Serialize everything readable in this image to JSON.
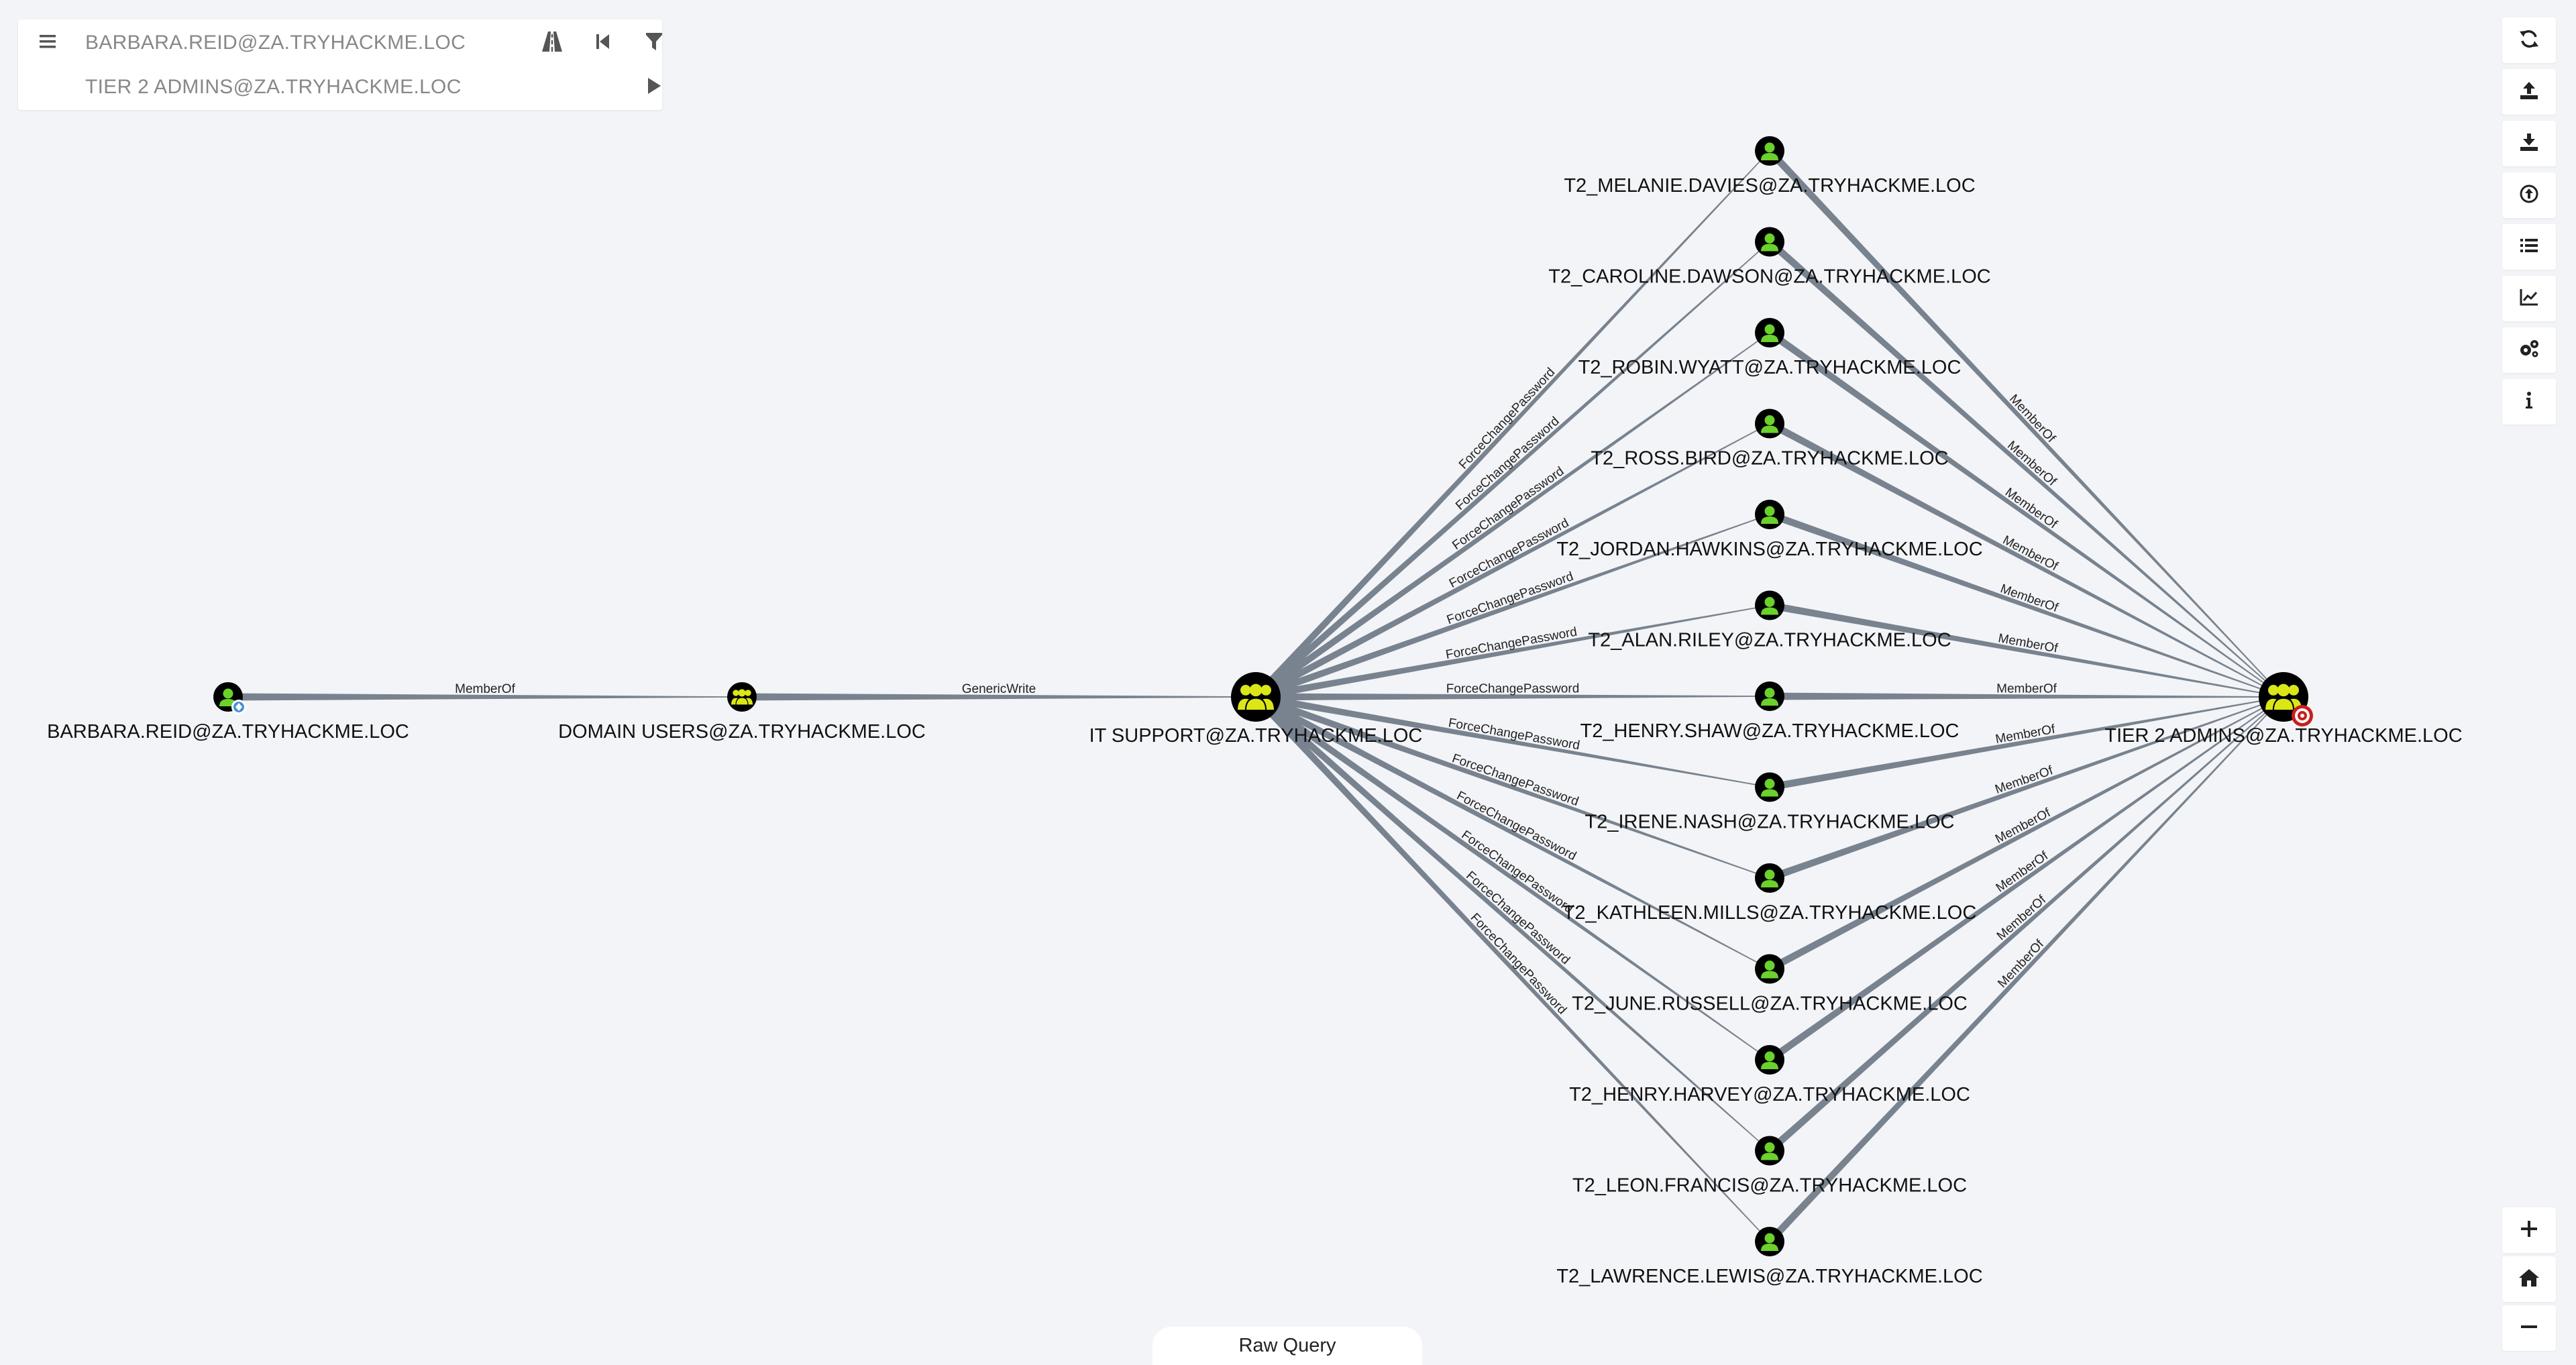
{
  "search": {
    "start_node": "BARBARA.REID@ZA.TRYHACKME.LOC",
    "target_node": "TIER 2 ADMINS@ZA.TRYHACKME.LOC",
    "menu_icon": "hamburger-icon",
    "pathfinding_icon": "road-icon",
    "back_icon": "step-backward-icon",
    "filter_icon": "filter-icon",
    "play_icon": "play-icon"
  },
  "toolbar": {
    "buttons": [
      {
        "name": "refresh-button",
        "icon": "refresh-icon"
      },
      {
        "name": "export-graph-button",
        "icon": "upload-icon"
      },
      {
        "name": "import-graph-button",
        "icon": "download-icon"
      },
      {
        "name": "upload-data-button",
        "icon": "upload-circle-icon"
      },
      {
        "name": "queries-button",
        "icon": "list-icon"
      },
      {
        "name": "database-info-button",
        "icon": "chart-icon"
      },
      {
        "name": "settings-button",
        "icon": "cogs-icon"
      },
      {
        "name": "about-button",
        "icon": "info-icon"
      }
    ],
    "zoom": [
      {
        "name": "zoom-in-button",
        "icon": "plus-icon"
      },
      {
        "name": "home-button",
        "icon": "home-icon"
      },
      {
        "name": "zoom-out-button",
        "icon": "minus-icon"
      }
    ]
  },
  "raw_query": {
    "label": "Raw Query"
  },
  "colors": {
    "edge": "#78838f",
    "user_node": "#6bd12c",
    "group_node": "#dbe617",
    "node_outline": "#000000",
    "target_badge": "#c81e1e"
  },
  "graph": {
    "nodes": [
      {
        "id": "barbara",
        "label": "BARBARA.REID@ZA.TRYHACKME.LOC",
        "kind": "user",
        "owned": true
      },
      {
        "id": "domainusers",
        "label": "DOMAIN USERS@ZA.TRYHACKME.LOC",
        "kind": "group"
      },
      {
        "id": "itsupport",
        "label": "IT SUPPORT@ZA.TRYHACKME.LOC",
        "kind": "group-large"
      },
      {
        "id": "tier2",
        "label": "TIER 2 ADMINS@ZA.TRYHACKME.LOC",
        "kind": "group-large",
        "target": true
      },
      {
        "id": "u0",
        "label": "T2_MELANIE.DAVIES@ZA.TRYHACKME.LOC",
        "kind": "user"
      },
      {
        "id": "u1",
        "label": "T2_CAROLINE.DAWSON@ZA.TRYHACKME.LOC",
        "kind": "user"
      },
      {
        "id": "u2",
        "label": "T2_ROBIN.WYATT@ZA.TRYHACKME.LOC",
        "kind": "user"
      },
      {
        "id": "u3",
        "label": "T2_ROSS.BIRD@ZA.TRYHACKME.LOC",
        "kind": "user"
      },
      {
        "id": "u4",
        "label": "T2_JORDAN.HAWKINS@ZA.TRYHACKME.LOC",
        "kind": "user"
      },
      {
        "id": "u5",
        "label": "T2_ALAN.RILEY@ZA.TRYHACKME.LOC",
        "kind": "user"
      },
      {
        "id": "u6",
        "label": "T2_HENRY.SHAW@ZA.TRYHACKME.LOC",
        "kind": "user"
      },
      {
        "id": "u7",
        "label": "T2_IRENE.NASH@ZA.TRYHACKME.LOC",
        "kind": "user"
      },
      {
        "id": "u8",
        "label": "T2_KATHLEEN.MILLS@ZA.TRYHACKME.LOC",
        "kind": "user"
      },
      {
        "id": "u9",
        "label": "T2_JUNE.RUSSELL@ZA.TRYHACKME.LOC",
        "kind": "user"
      },
      {
        "id": "u10",
        "label": "T2_HENRY.HARVEY@ZA.TRYHACKME.LOC",
        "kind": "user"
      },
      {
        "id": "u11",
        "label": "T2_LEON.FRANCIS@ZA.TRYHACKME.LOC",
        "kind": "user"
      },
      {
        "id": "u12",
        "label": "T2_LAWRENCE.LEWIS@ZA.TRYHACKME.LOC",
        "kind": "user"
      }
    ],
    "edges": [
      {
        "from": "barbara",
        "to": "domainusers",
        "label": "MemberOf"
      },
      {
        "from": "domainusers",
        "to": "itsupport",
        "label": "GenericWrite"
      },
      {
        "from": "itsupport",
        "to": "u0",
        "label": "ForceChangePassword"
      },
      {
        "from": "itsupport",
        "to": "u1",
        "label": "ForceChangePassword"
      },
      {
        "from": "itsupport",
        "to": "u2",
        "label": "ForceChangePassword"
      },
      {
        "from": "itsupport",
        "to": "u3",
        "label": "ForceChangePassword"
      },
      {
        "from": "itsupport",
        "to": "u4",
        "label": "ForceChangePassword"
      },
      {
        "from": "itsupport",
        "to": "u5",
        "label": "ForceChangePassword"
      },
      {
        "from": "itsupport",
        "to": "u6",
        "label": "ForceChangePassword"
      },
      {
        "from": "itsupport",
        "to": "u7",
        "label": "ForceChangePassword"
      },
      {
        "from": "itsupport",
        "to": "u8",
        "label": "ForceChangePassword"
      },
      {
        "from": "itsupport",
        "to": "u9",
        "label": "ForceChangePassword"
      },
      {
        "from": "itsupport",
        "to": "u10",
        "label": "ForceChangePassword"
      },
      {
        "from": "itsupport",
        "to": "u11",
        "label": "ForceChangePassword"
      },
      {
        "from": "itsupport",
        "to": "u12",
        "label": "ForceChangePassword"
      },
      {
        "from": "u0",
        "to": "tier2",
        "label": "MemberOf"
      },
      {
        "from": "u1",
        "to": "tier2",
        "label": "MemberOf"
      },
      {
        "from": "u2",
        "to": "tier2",
        "label": "MemberOf"
      },
      {
        "from": "u3",
        "to": "tier2",
        "label": "MemberOf"
      },
      {
        "from": "u4",
        "to": "tier2",
        "label": "MemberOf"
      },
      {
        "from": "u5",
        "to": "tier2",
        "label": "MemberOf"
      },
      {
        "from": "u6",
        "to": "tier2",
        "label": "MemberOf"
      },
      {
        "from": "u7",
        "to": "tier2",
        "label": "MemberOf"
      },
      {
        "from": "u8",
        "to": "tier2",
        "label": "MemberOf"
      },
      {
        "from": "u9",
        "to": "tier2",
        "label": "MemberOf"
      },
      {
        "from": "u10",
        "to": "tier2",
        "label": "MemberOf"
      },
      {
        "from": "u11",
        "to": "tier2",
        "label": "MemberOf"
      },
      {
        "from": "u12",
        "to": "tier2",
        "label": "MemberOf"
      }
    ]
  }
}
